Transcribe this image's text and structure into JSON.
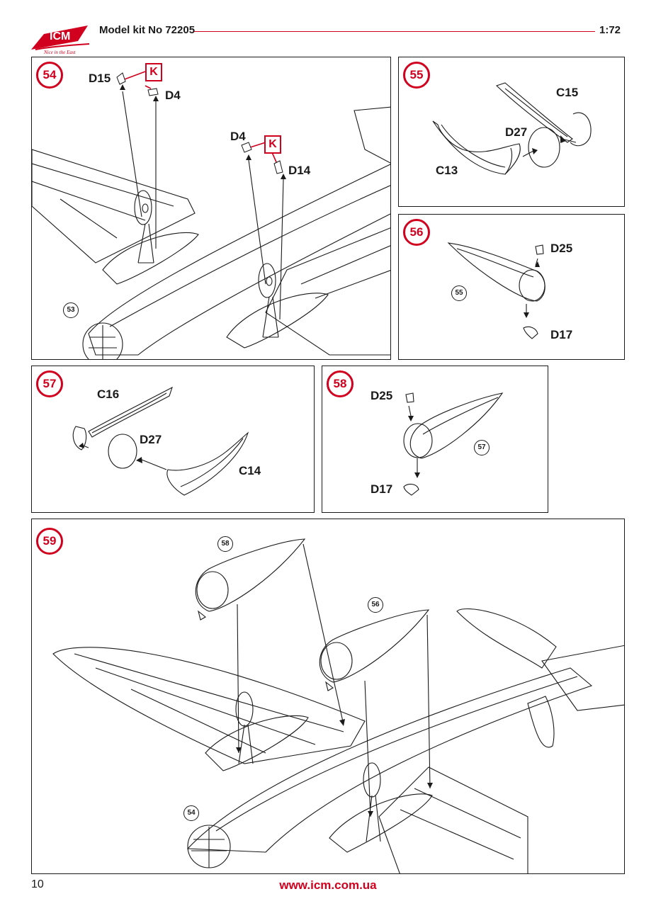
{
  "header": {
    "logo_text": "ICM",
    "logo_tagline": "Nice in the East",
    "kit_title": "Model kit No 72205",
    "scale": "1:72"
  },
  "steps": {
    "s54": {
      "number": "54",
      "parts": [
        "D15",
        "D4",
        "D4",
        "D14"
      ],
      "refs": [
        "53"
      ],
      "markers": [
        "K",
        "K"
      ]
    },
    "s55": {
      "number": "55",
      "parts": [
        "C15",
        "D27",
        "C13"
      ]
    },
    "s56": {
      "number": "56",
      "parts": [
        "D25",
        "D17"
      ],
      "refs": [
        "55"
      ]
    },
    "s57": {
      "number": "57",
      "parts": [
        "C16",
        "D27",
        "C14"
      ]
    },
    "s58": {
      "number": "58",
      "parts": [
        "D25",
        "D17"
      ],
      "refs": [
        "57"
      ]
    },
    "s59": {
      "number": "59",
      "refs": [
        "58",
        "56",
        "54"
      ]
    }
  },
  "footer": {
    "page_number": "10",
    "url": "www.icm.com.ua"
  },
  "colors": {
    "accent": "#d0001e",
    "line": "#1a1a1a"
  }
}
